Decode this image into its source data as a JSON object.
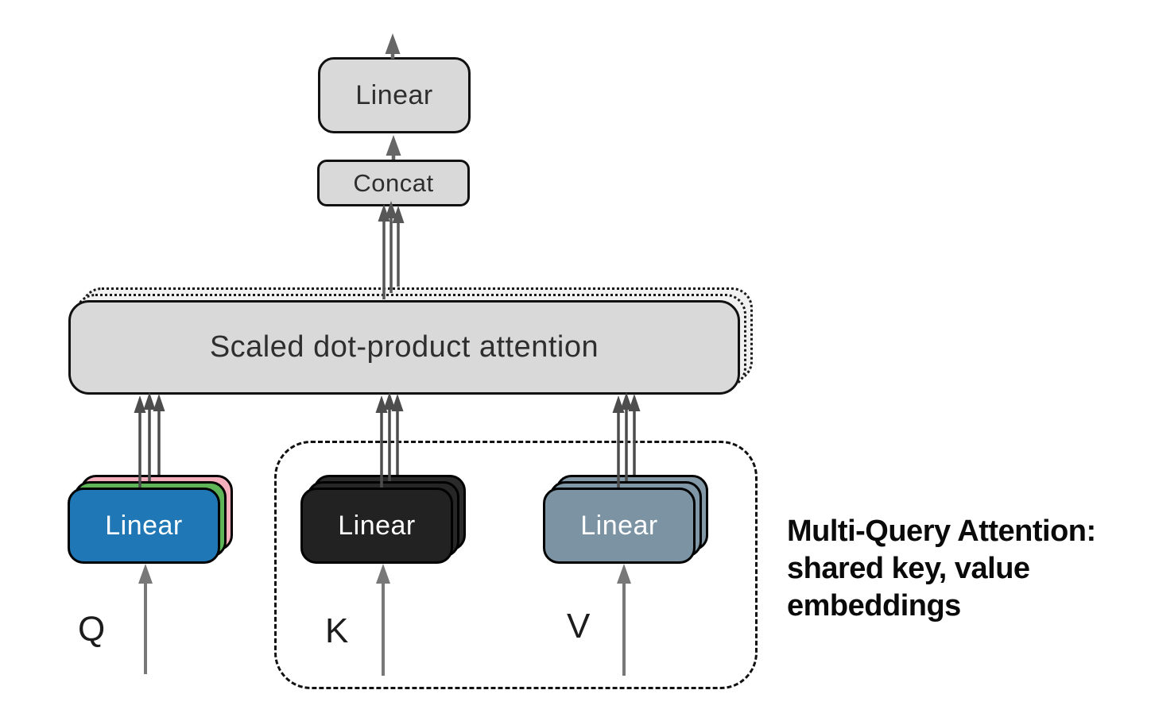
{
  "boxes": {
    "output_linear": {
      "label": "Linear"
    },
    "concat": {
      "label": "Concat"
    },
    "attention": {
      "label": "Scaled dot-product attention"
    },
    "q_stack": {
      "label": "Linear"
    },
    "k_stack": {
      "label": "Linear"
    },
    "v_stack": {
      "label": "Linear"
    }
  },
  "input_labels": {
    "q": "Q",
    "k": "K",
    "v": "V"
  },
  "caption": {
    "full_text": "Multi-Query Attention: shared key, value embeddings",
    "lines": [
      "Multi-Query Attention:",
      "shared key, value",
      "embeddings"
    ]
  },
  "colors": {
    "box_gray": "#d9d9d9",
    "ghost_gray": "#f1f1f1",
    "outline_black": "#111111",
    "q_front_blue": "#1f78b5",
    "q_mid_green": "#5fb457",
    "q_back_pink": "#f5aebb",
    "k_front_black": "#222222",
    "k_mid_black": "#262626",
    "k_back_black": "#2b2b2b",
    "v_front_slate": "#7b93a3",
    "v_mid_slate": "#7f97a6",
    "v_back_slate": "#8399a8",
    "arrow_gray": "#5a5a5a"
  }
}
